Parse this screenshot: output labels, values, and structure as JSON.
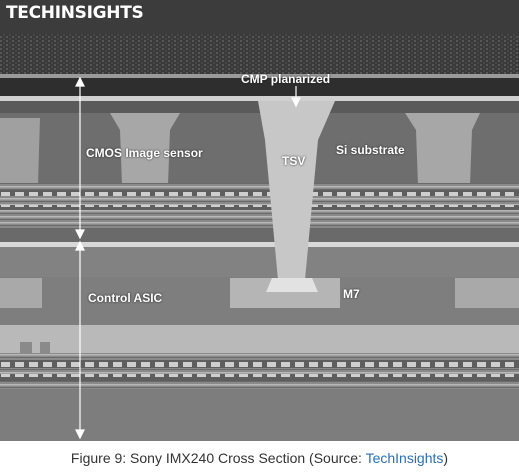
{
  "image": {
    "watermark": "TECHINSIGHTS",
    "labels": {
      "cmp": "CMP planarized",
      "cmos": "CMOS Image sensor",
      "tsv": "TSV",
      "si": "Si substrate",
      "asic": "Control ASIC",
      "m7": "M7"
    }
  },
  "caption": {
    "prefix": "Figure 9: Sony IMX240 Cross Section (Source: ",
    "source": "TechInsights",
    "suffix": ")"
  },
  "colors": {
    "background": "#7a7a7a",
    "link": "#2a6fb4",
    "label_text": "#ffffff"
  }
}
